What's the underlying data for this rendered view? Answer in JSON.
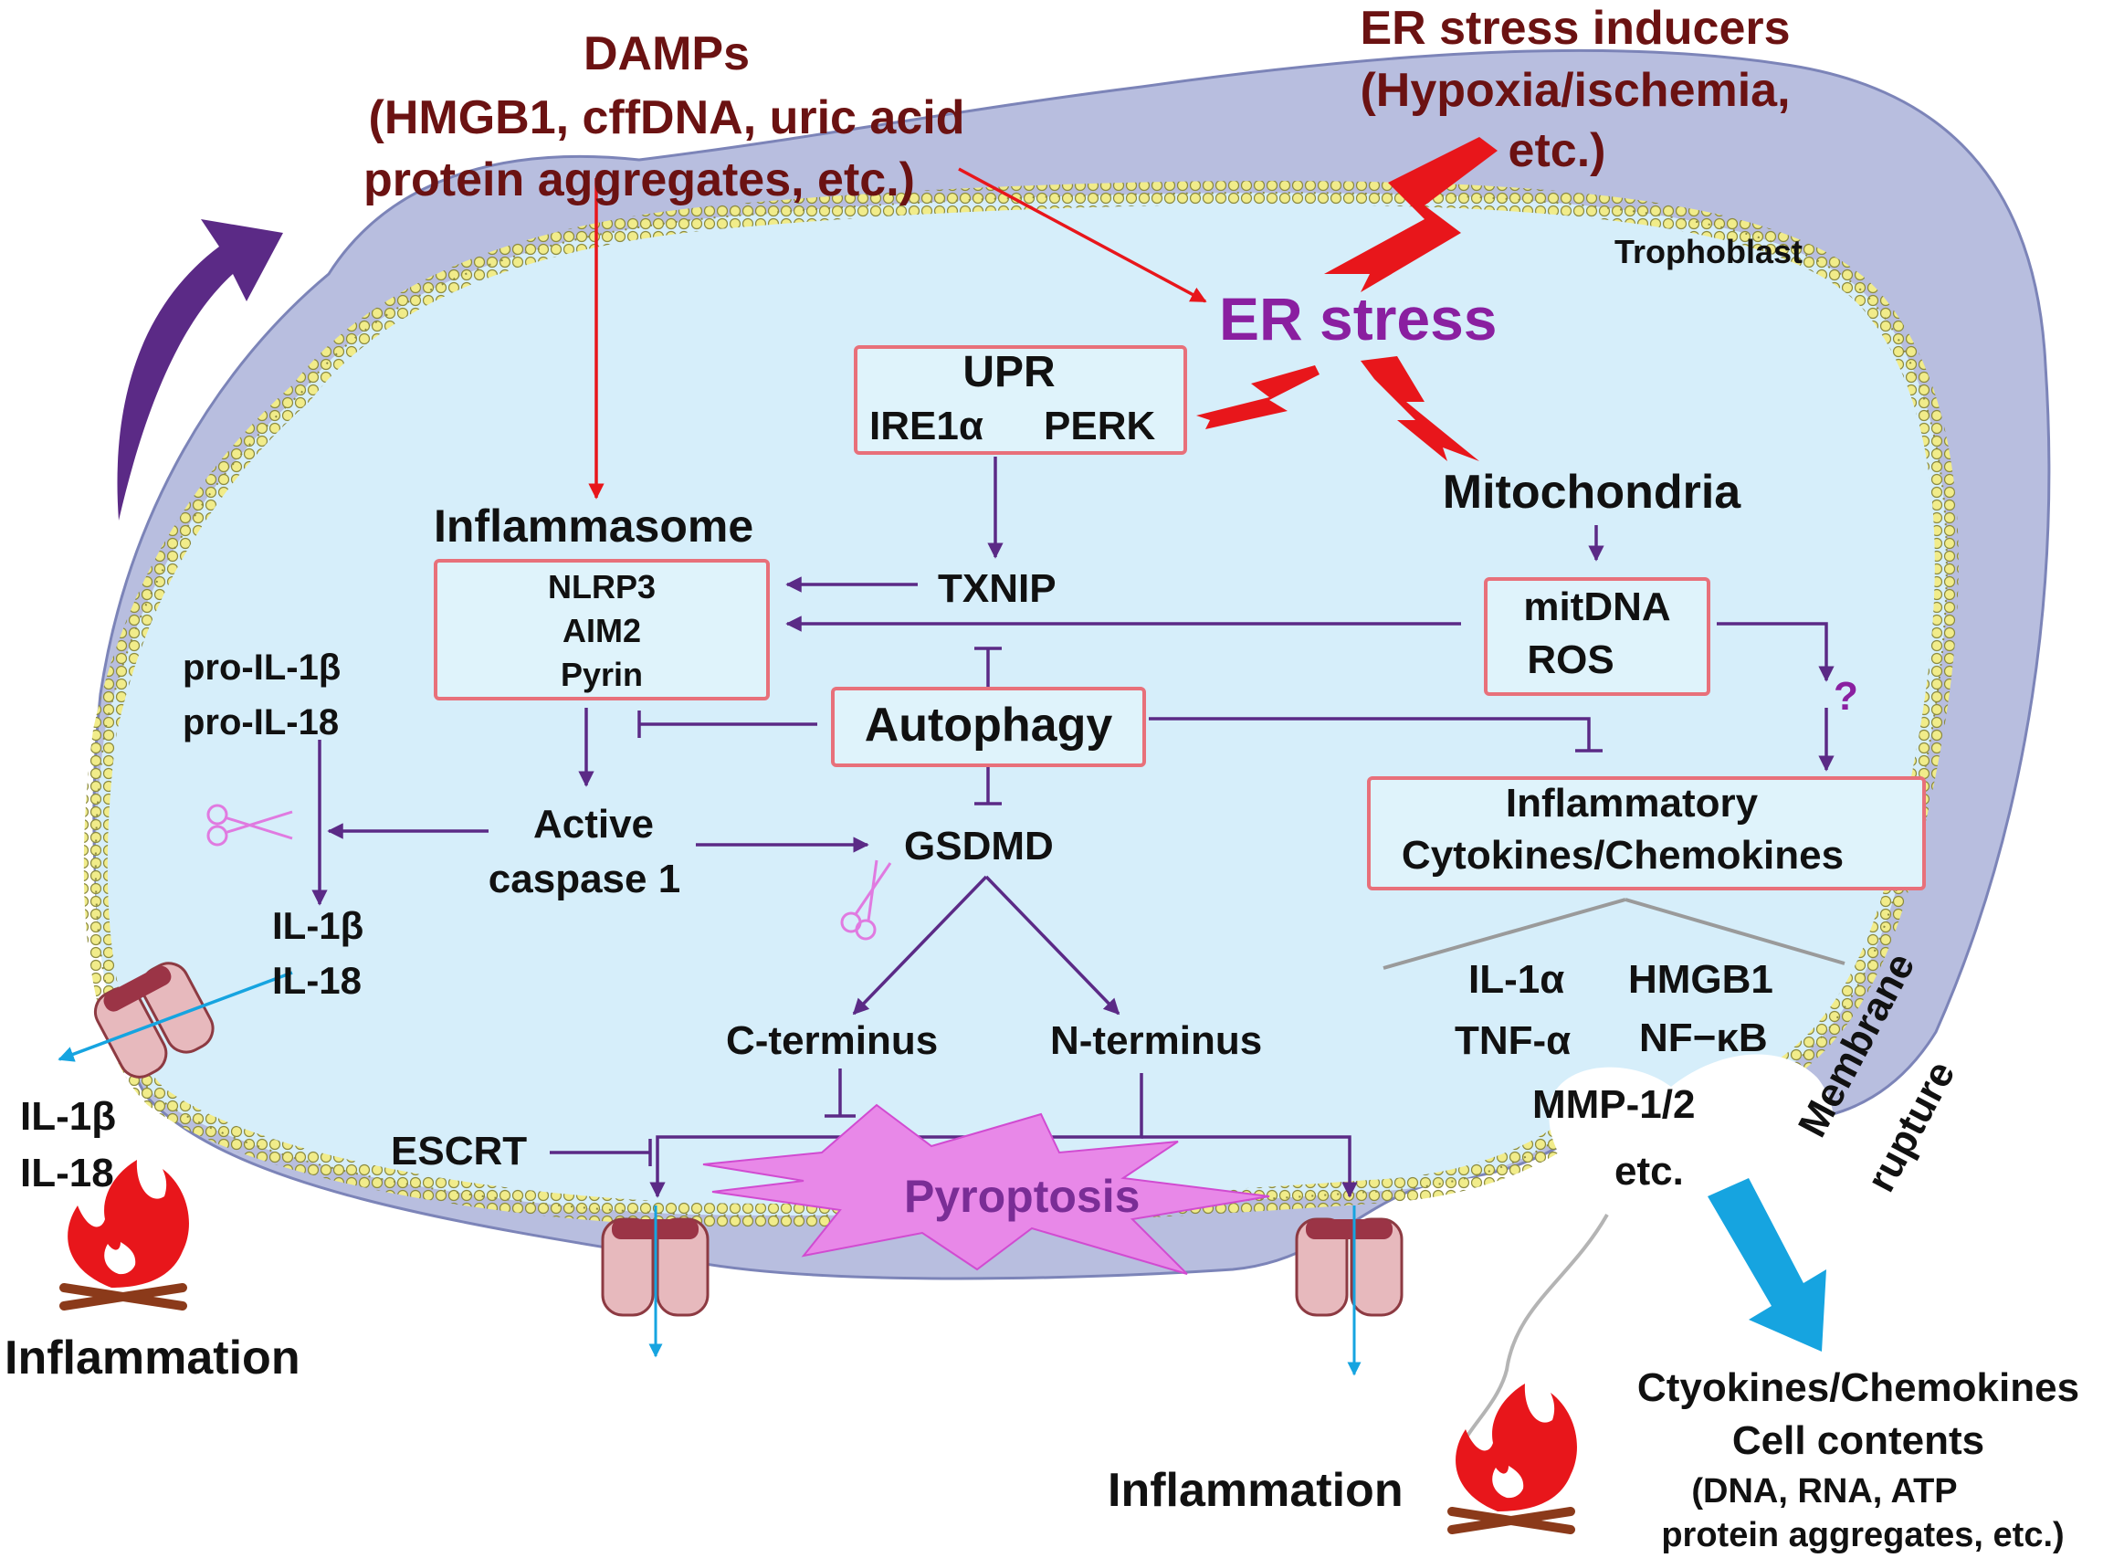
{
  "top": {
    "damps": [
      "DAMPs",
      "(HMGB1, cffDNA, uric acid",
      "protein aggregates, etc.)"
    ],
    "er_inducers": [
      "ER stress inducers",
      "(Hypoxia/ischemia,",
      "etc.)"
    ],
    "trophoblast": "Trophoblast",
    "er_stress": "ER stress"
  },
  "upr": {
    "title": "UPR",
    "ire1": "IRE1α",
    "perk": "PERK"
  },
  "mitochondria": "Mitochondria",
  "mit_box": [
    "mitDNA",
    "ROS"
  ],
  "question": "?",
  "inflammasome": {
    "title": "Inflammasome",
    "items": [
      "NLRP3",
      "AIM2",
      "Pyrin"
    ]
  },
  "txnip": "TXNIP",
  "autophagy": "Autophagy",
  "pro": [
    "pro-IL-1β",
    "pro-IL-18"
  ],
  "caspase": [
    "Active",
    "caspase 1"
  ],
  "gsdmd": "GSDMD",
  "il_inside": [
    "IL-1β",
    "IL-18"
  ],
  "il_outside": [
    "IL-1β",
    "IL-18"
  ],
  "inflammatory_box": [
    "Inflammatory",
    "Cytokines/Chemokines"
  ],
  "cytokines": {
    "il1a": "IL-1α",
    "hmgb1": "HMGB1",
    "tnf": "TNF-α",
    "nfkb": "NF−κB",
    "mmp": "MMP-1/2",
    "etc": "etc."
  },
  "terminus": {
    "c": "C-terminus",
    "n": "N-terminus"
  },
  "escrt": "ESCRT",
  "pyroptosis": "Pyroptosis",
  "membrane_rupture": [
    "Membrane",
    "rupture"
  ],
  "inflammation_left": "Inflammation",
  "inflammation_bottom": "Inflammation",
  "release": [
    "Ctyokines/Chemokines",
    "Cell contents",
    "(DNA, RNA, ATP",
    "protein aggregates, etc.)"
  ],
  "colors": {
    "purple_arrow": "#5b2a86",
    "red_arrow": "#e8161b",
    "box_border": "#e8707a",
    "cell_fill": "#d6eefa",
    "cyan": "#16a4e0",
    "maroon": "#6b1212"
  }
}
